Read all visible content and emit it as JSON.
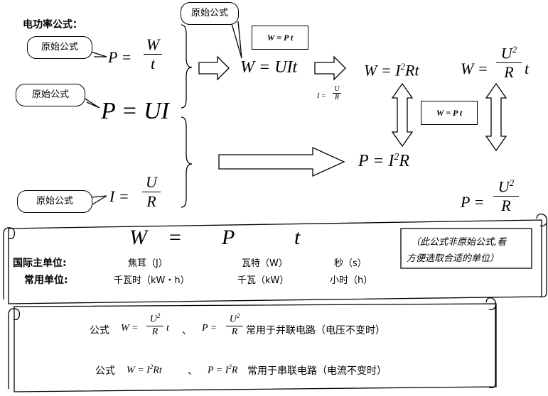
{
  "title": "电功率公式：",
  "bubbles": {
    "b1": "原始公式",
    "b2": "原始公式",
    "b3": "原始公式",
    "b4": "原始公式"
  },
  "formulas": {
    "p_w_over_t": {
      "lhs": "P =",
      "num": "W",
      "den": "t"
    },
    "p_ui": "P = UI",
    "i_u_over_r": {
      "lhs": "I =",
      "num": "U",
      "den": "R"
    },
    "w_uit": "W = UIt",
    "i_cond": {
      "lhs": "I =",
      "num": "U",
      "den": "R"
    },
    "w_i2rt": {
      "a": "W = I",
      "sup": "2",
      "b": "Rt"
    },
    "w_u2t_over_r": {
      "lhs": "W =",
      "num": "U",
      "sup": "2",
      "den": "R",
      "tail": "t"
    },
    "p_i2r": {
      "a": "P = I",
      "sup": "2",
      "b": "R"
    },
    "p_u2_over_r": {
      "lhs": "P =",
      "num": "U",
      "sup": "2",
      "den": "R"
    }
  },
  "boxes": {
    "box1": "W = P t",
    "box2": "W = P t"
  },
  "scroll1": {
    "w": "W",
    "eq": "=",
    "p": "P",
    "t": "t",
    "note_line1": "（此公式非原始公式,看",
    "note_line2": "方便选取合适的单位）",
    "row1_label": "国际主单位:",
    "row1_u1": "焦耳（J）",
    "row1_u2": "瓦特（W）",
    "row1_u3": "秒（s）",
    "row2_label": "常用单位:",
    "row2_u1": "千瓦时（kW・h）",
    "row2_u2": "千瓦（kW）",
    "row2_u3": "小时（h）"
  },
  "scroll2": {
    "line1_prefix": "公式",
    "line1_f1": {
      "lhs": "W =",
      "num": "U",
      "sup": "2",
      "den": "R",
      "tail": "t"
    },
    "line1_sep": "、",
    "line1_f2": {
      "lhs": "P =",
      "num": "U",
      "sup": "2",
      "den": "R"
    },
    "line1_suffix": "常用于并联电路（电压不变时）",
    "line2_prefix": "公式",
    "line2_f1": {
      "a": "W = I",
      "sup": "2",
      "b": "Rt"
    },
    "line2_sep": "、",
    "line2_f2": {
      "a": "P = I",
      "sup": "2",
      "b": "R"
    },
    "line2_suffix": "常用于串联电路（电流不变时）"
  }
}
